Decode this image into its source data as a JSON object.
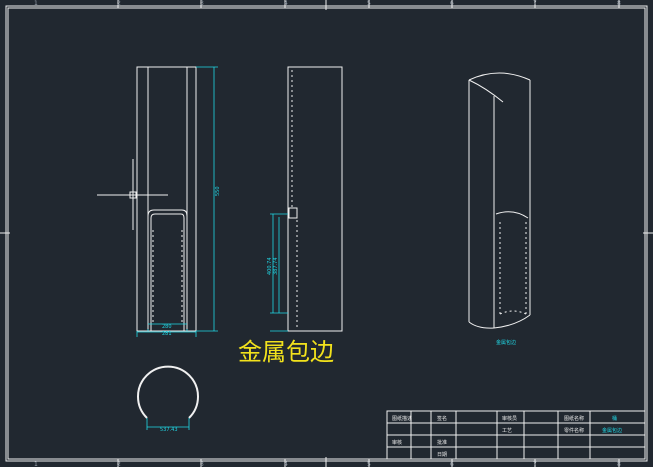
{
  "drawing": {
    "title": "金属包边"
  },
  "border": {
    "top_numbers": [
      "1",
      "2",
      "3",
      "4",
      "5",
      "6",
      "7",
      "8"
    ],
    "bottom_numbers": [
      "1",
      "2",
      "3",
      "4",
      "5",
      "6",
      "7",
      "8"
    ]
  },
  "dimensions": {
    "front_width_inner": "280",
    "front_width_outer": "281",
    "front_height": "550",
    "side_height_1": "400.74",
    "side_height_2": "387.74",
    "arc_width": "537.43"
  },
  "iso_label": "金属包边",
  "title_block": {
    "row1": [
      "图纸描述",
      "签名",
      "",
      "审核员",
      "",
      "图纸名称",
      "桶"
    ],
    "row2": [
      "",
      "",
      "",
      "工艺",
      "",
      "零件名称",
      "金属包边"
    ],
    "row3": [
      "审核",
      "",
      "",
      "批准",
      "",
      "",
      ""
    ],
    "row4": [
      "",
      "",
      "",
      "日期",
      "",
      "",
      ""
    ]
  },
  "colors": {
    "background": "#212830",
    "line": "#f0f0f0",
    "dimension": "#20d8e6",
    "title_text": "#f2e21c"
  }
}
